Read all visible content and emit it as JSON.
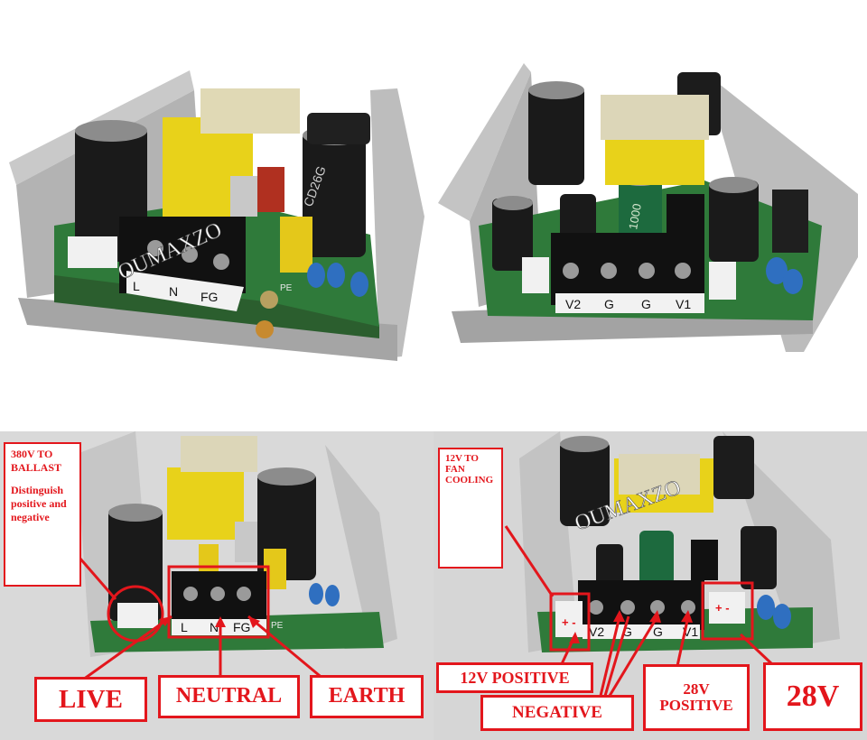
{
  "watermark": "OUMAXZO",
  "top_left": {
    "terminal_labels": [
      "L",
      "N",
      "FG"
    ],
    "pe_label": "PE",
    "cap_label": "CD26G"
  },
  "top_right": {
    "terminal_labels": [
      "V2",
      "G",
      "G",
      "V1"
    ],
    "cap_label": "1000"
  },
  "bottom_left": {
    "note_line1": "380V TO BALLAST",
    "note_line2": "Distinguish positive and negative",
    "terminal_labels": [
      "L",
      "N",
      "FG"
    ],
    "pe_label": "PE",
    "callouts": {
      "live": "LIVE",
      "neutral": "NEUTRAL",
      "earth": "EARTH"
    }
  },
  "bottom_right": {
    "note": "12V TO FAN COOLING",
    "terminal_labels": [
      "V2",
      "G",
      "G",
      "V1"
    ],
    "callouts": {
      "pos12": "12V POSITIVE",
      "negative": "NEGATIVE",
      "pos28": "28V POSITIVE",
      "v28": "28V"
    }
  },
  "colors": {
    "accent": "#e3161c",
    "pcb": "#2f7a3a",
    "heatsink": "#b9b9b9",
    "capacitor": "#1a1a1a",
    "transformer": "#e8d21a"
  }
}
